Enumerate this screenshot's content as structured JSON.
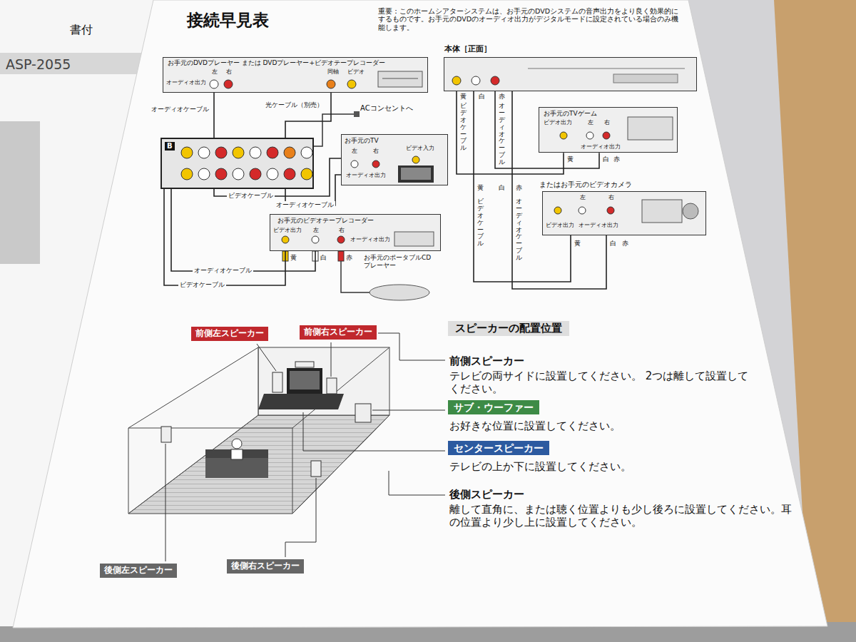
{
  "diagram": {
    "title": "接続早見表",
    "nodes": [
      {
        "text": [
          "お手元のDVDプレーヤー または DVDプレーヤー+ビデオテープレコーダー",
          "オーディオ出力",
          "左",
          "右",
          "同軸",
          "ビデオ"
        ]
      },
      {
        "text": [
          "B"
        ]
      },
      {
        "text": [
          "お手元のTV",
          "ビデオ入力",
          "左",
          "右",
          "オーディオ出力"
        ]
      },
      {
        "text": [
          "お手元のビデオテープレコーダー",
          "ビデオ出力",
          "左",
          "右",
          "オーディオ出力"
        ]
      },
      {
        "text": [
          "本体［正面］"
        ]
      },
      {
        "text": [
          "お手元のTVゲーム",
          "ビデオ出力",
          "左",
          "右",
          "オーディオ出力"
        ]
      },
      {
        "text": [
          "またはお手元のビデオカメラ",
          "左",
          "右",
          "ビデオ出力",
          "オーディオ出力"
        ]
      },
      {
        "text": [
          "前側左スピーカー"
        ]
      },
      {
        "text": [
          "前側右スピーカー"
        ]
      },
      {
        "text": [
          "スピーカーの配置位置"
        ]
      },
      {
        "text": [
          "サブ・ウーファー"
        ]
      },
      {
        "text": [
          "センタースピーカー"
        ]
      },
      {
        "text": [
          "後側左スピーカー"
        ]
      },
      {
        "text": [
          "後側右スピーカー"
        ]
      }
    ],
    "edges": [
      {
        "from": 0,
        "to": 1,
        "label": "オーディオケーブル",
        "arrow": "none"
      },
      {
        "from": 0,
        "to": 1,
        "label": "光ケーブル（別売）",
        "arrow": "none"
      },
      {
        "from": 1,
        "to": 2,
        "label": "ビデオケーブル",
        "arrow": "none"
      },
      {
        "from": 1,
        "to": 2,
        "label": "オーディオケーブル",
        "arrow": "none"
      },
      {
        "from": 3,
        "to": 1,
        "label": "オーディオケーブル",
        "arrow": "none"
      },
      {
        "from": 3,
        "to": 1,
        "label": "ビデオケーブル",
        "arrow": "none"
      },
      {
        "from": 4,
        "to": 5,
        "label": "ビデオケーブル",
        "arrow": "none"
      },
      {
        "from": 4,
        "to": 5,
        "label": "オーディオケーブル",
        "arrow": "none"
      },
      {
        "from": 4,
        "to": 6,
        "label": "ビデオケーブル",
        "arrow": "none"
      },
      {
        "from": 4,
        "to": 6,
        "label": "オーディオケーブル",
        "arrow": "none"
      }
    ],
    "labels": [
      "書付",
      "ASP-2055",
      "重要：このホームシアターシステムは、お手元のDVDシステムの音声出力をより良く効果的にするものです。お手元のDVDのオーディオ出力がデジタルモードに設定されている場合のみ機能します。",
      "ACコンセントへ",
      "黄",
      "白",
      "赤",
      "お手元のポータブルCDプレーヤー",
      "黄",
      "白",
      "赤",
      "黄",
      "白",
      "赤",
      "黄",
      "白",
      "赤",
      "黄",
      "白",
      "赤",
      "前側スピーカー",
      "テレビの両サイドに設置してください。 2つは離して設置してください。",
      "お好きな位置に設置してください。",
      "テレビの上か下に設置してください。",
      "後側スピーカー",
      "離して直角に、または聴く位置よりも少し後ろに設置してください。耳の位置より少し上に設置してください。"
    ]
  }
}
